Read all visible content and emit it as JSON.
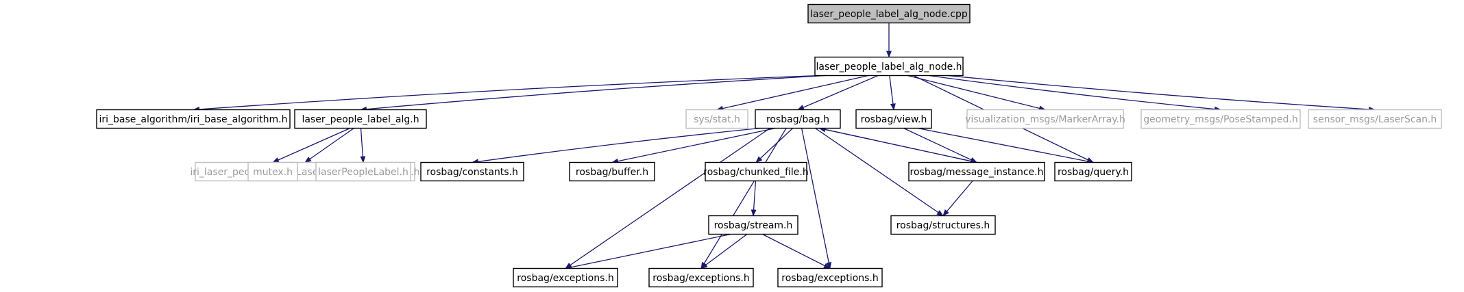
{
  "colors": {
    "edge": "#191970",
    "node_border": "#000000",
    "external_border": "#bfbfbf",
    "root_fill": "#bfbfbf",
    "text": "#000000",
    "external_text": "#9a9a9a"
  },
  "nodes": [
    {
      "id": "n0",
      "label": "laser_people_label_alg_node.cpp",
      "style": "root"
    },
    {
      "id": "n1",
      "label": "laser_people_label_alg_node.h",
      "style": "normal"
    },
    {
      "id": "n2",
      "label": "iri_base_algorithm/iri_base_algorithm.h",
      "style": "normal"
    },
    {
      "id": "n3",
      "label": "laser_people_label_alg.h",
      "style": "normal"
    },
    {
      "id": "n4",
      "label": "sys/stat.h",
      "style": "external"
    },
    {
      "id": "n5",
      "label": "rosbag/bag.h",
      "style": "normal"
    },
    {
      "id": "n6",
      "label": "rosbag/view.h",
      "style": "normal"
    },
    {
      "id": "n7",
      "label": "visualization_msgs/MarkerArray.h",
      "style": "external"
    },
    {
      "id": "n8",
      "label": "geometry_msgs/PoseStamped.h",
      "style": "external"
    },
    {
      "id": "n9",
      "label": "sensor_msgs/LaserScan.h",
      "style": "external"
    },
    {
      "id": "n10",
      "label": "iri_laser_people_label/LaserPeopleLabelConfig.h",
      "style": "external"
    },
    {
      "id": "n11",
      "label": "mutex.h",
      "style": "external"
    },
    {
      "id": "n12",
      "label": "laserPeopleLabel.h",
      "style": "external"
    },
    {
      "id": "n13",
      "label": "rosbag/constants.h",
      "style": "normal"
    },
    {
      "id": "n14",
      "label": "rosbag/buffer.h",
      "style": "normal"
    },
    {
      "id": "n15",
      "label": "rosbag/chunked_file.h",
      "style": "normal"
    },
    {
      "id": "n16",
      "label": "rosbag/message_instance.h",
      "style": "normal"
    },
    {
      "id": "n17",
      "label": "rosbag/query.h",
      "style": "normal"
    },
    {
      "id": "n18",
      "label": "rosbag/stream.h",
      "style": "normal"
    },
    {
      "id": "n19",
      "label": "rosbag/structures.h",
      "style": "normal"
    },
    {
      "id": "n20",
      "label": "rosbag/exceptions.h",
      "style": "normal"
    },
    {
      "id": "n21",
      "label": "rosbag/exceptions.h",
      "style": "normal"
    },
    {
      "id": "n22",
      "label": "rosbag/exceptions.h",
      "style": "normal"
    }
  ],
  "edges": [
    {
      "from": "n0",
      "to": "n1"
    },
    {
      "from": "n1",
      "to": "n2"
    },
    {
      "from": "n1",
      "to": "n3"
    },
    {
      "from": "n1",
      "to": "n4"
    },
    {
      "from": "n1",
      "to": "n5"
    },
    {
      "from": "n1",
      "to": "n6"
    },
    {
      "from": "n1",
      "to": "n7"
    },
    {
      "from": "n1",
      "to": "n8"
    },
    {
      "from": "n1",
      "to": "n9"
    },
    {
      "from": "n1",
      "to": "n17"
    },
    {
      "from": "n3",
      "to": "n10"
    },
    {
      "from": "n3",
      "to": "n11"
    },
    {
      "from": "n3",
      "to": "n12"
    },
    {
      "from": "n5",
      "to": "n13"
    },
    {
      "from": "n5",
      "to": "n14"
    },
    {
      "from": "n5",
      "to": "n15"
    },
    {
      "from": "n5",
      "to": "n16"
    },
    {
      "from": "n5",
      "to": "n19"
    },
    {
      "from": "n5",
      "to": "n20"
    },
    {
      "from": "n5",
      "to": "n21"
    },
    {
      "from": "n5",
      "to": "n22"
    },
    {
      "from": "n6",
      "to": "n16"
    },
    {
      "from": "n6",
      "to": "n17"
    },
    {
      "from": "n16",
      "to": "n5"
    },
    {
      "from": "n16",
      "to": "n19"
    },
    {
      "from": "n15",
      "to": "n18"
    },
    {
      "from": "n18",
      "to": "n20"
    },
    {
      "from": "n18",
      "to": "n21"
    },
    {
      "from": "n18",
      "to": "n22"
    }
  ]
}
